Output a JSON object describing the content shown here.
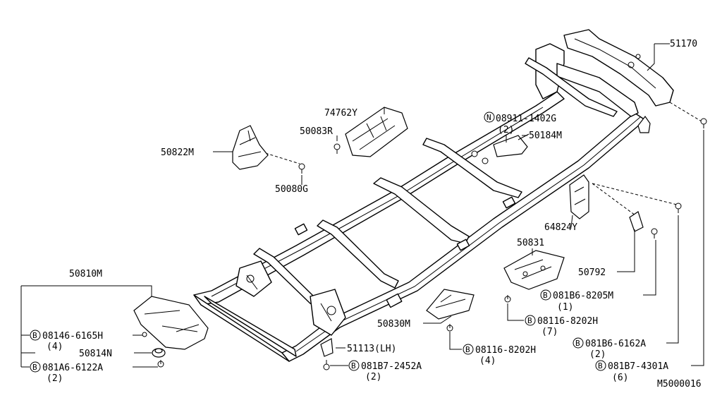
{
  "diagram_id": "M5000016",
  "callouts": {
    "c51170": "51170",
    "c74762Y": "74762Y",
    "c50083R": "50083R",
    "c50822M": "50822M",
    "c50080G": "50080G",
    "c08911": "08911-1402G",
    "c08911_qty": "(2)",
    "c50184M": "50184M",
    "c64824Y": "64824Y",
    "c50831": "50831",
    "c50792": "50792",
    "c081B6_8205M": "081B6-8205M",
    "c081B6_8205M_qty": "(1)",
    "c08116_8202H_a": "08116-8202H",
    "c08116_8202H_a_qty": "(7)",
    "c081B6_6162A": "081B6-6162A",
    "c081B6_6162A_qty": "(2)",
    "c081B7_4301A": "081B7-4301A",
    "c081B7_4301A_qty": "(6)",
    "c50810M": "50810M",
    "c08146_6165H": "08146-6165H",
    "c08146_6165H_qty": "(4)",
    "c50814N": "50814N",
    "c081A6_6122A": "081A6-6122A",
    "c081A6_6122A_qty": "(2)",
    "c50830M": "50830M",
    "c08116_8202H_b": "08116-8202H",
    "c08116_8202H_b_qty": "(4)",
    "c51113": "51113(LH)",
    "c081B7_2452A": "081B7-2452A",
    "c081B7_2452A_qty": "(2)"
  },
  "badges": {
    "B": "B",
    "N": "N"
  }
}
